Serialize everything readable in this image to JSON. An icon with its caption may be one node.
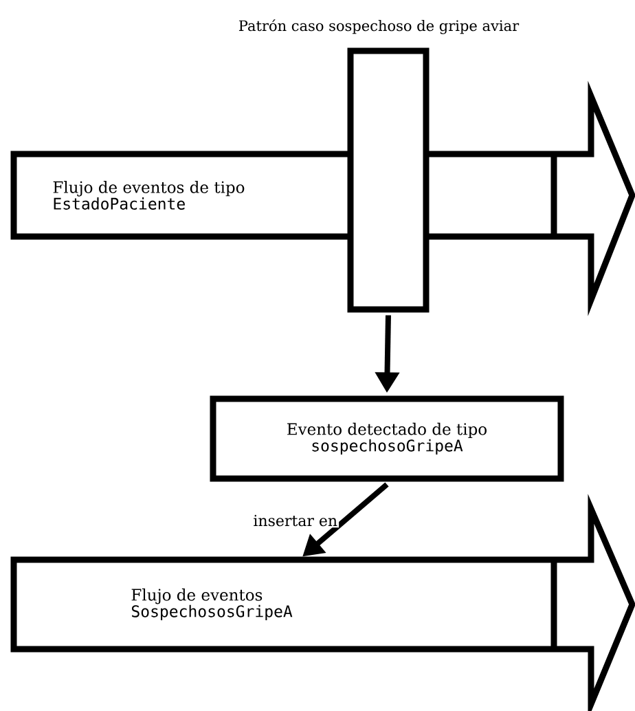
{
  "diagram": {
    "nodes": [
      {
        "text": [
          "Patrón caso sospechoso de gripe aviar"
        ]
      },
      {
        "text": [
          "Flujo de eventos de tipo",
          "EstadoPaciente"
        ]
      },
      {
        "text": [
          "Evento detectado de tipo",
          "sospechosoGripeA"
        ]
      },
      {
        "text": [
          "Flujo de eventos",
          "SospechososGripeA"
        ]
      }
    ],
    "edges": [
      {
        "from": 0,
        "to": 2,
        "arrow": "to"
      },
      {
        "from": 2,
        "to": 3,
        "arrow": "to",
        "label": "insertar en"
      }
    ]
  }
}
